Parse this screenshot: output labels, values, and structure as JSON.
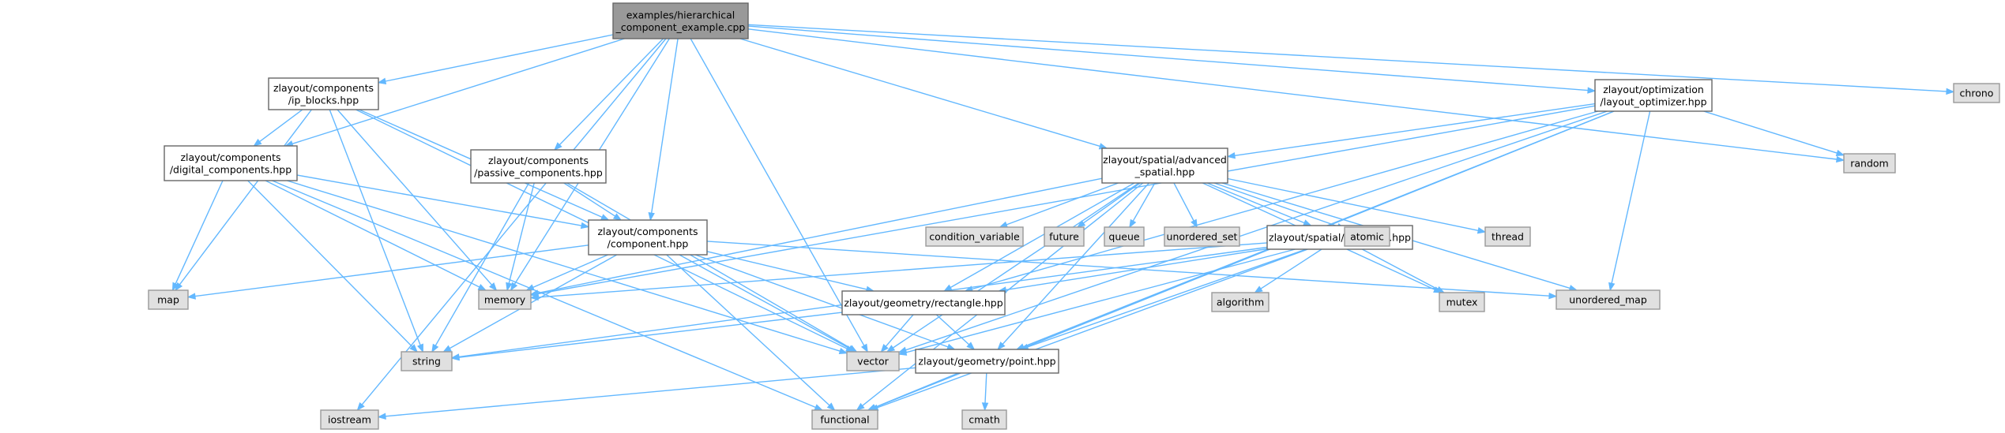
{
  "graph": {
    "nodes": [
      {
        "id": "root",
        "kind": "root",
        "lines": [
          "examples/hierarchical",
          "_component_example.cpp"
        ]
      },
      {
        "id": "ip_blocks",
        "kind": "project",
        "lines": [
          "zlayout/components",
          "/ip_blocks.hpp"
        ]
      },
      {
        "id": "digital_components",
        "kind": "project",
        "lines": [
          "zlayout/components",
          "/digital_components.hpp"
        ]
      },
      {
        "id": "passive_components",
        "kind": "project",
        "lines": [
          "zlayout/components",
          "/passive_components.hpp"
        ]
      },
      {
        "id": "component",
        "kind": "project",
        "lines": [
          "zlayout/components",
          "/component.hpp"
        ]
      },
      {
        "id": "advanced_spatial",
        "kind": "project",
        "lines": [
          "zlayout/spatial/advanced",
          "_spatial.hpp"
        ]
      },
      {
        "id": "layout_optimizer",
        "kind": "project",
        "lines": [
          "zlayout/optimization",
          "/layout_optimizer.hpp"
        ]
      },
      {
        "id": "quadtree",
        "kind": "project",
        "lines": [
          "zlayout/spatial/quadtree.hpp"
        ]
      },
      {
        "id": "rectangle",
        "kind": "project",
        "lines": [
          "zlayout/geometry/rectangle.hpp"
        ]
      },
      {
        "id": "point",
        "kind": "project",
        "lines": [
          "zlayout/geometry/point.hpp"
        ]
      },
      {
        "id": "chrono",
        "kind": "system",
        "lines": [
          "chrono"
        ]
      },
      {
        "id": "random",
        "kind": "system",
        "lines": [
          "random"
        ]
      },
      {
        "id": "condition_variable",
        "kind": "system",
        "lines": [
          "condition_variable"
        ]
      },
      {
        "id": "future",
        "kind": "system",
        "lines": [
          "future"
        ]
      },
      {
        "id": "queue",
        "kind": "system",
        "lines": [
          "queue"
        ]
      },
      {
        "id": "unordered_set",
        "kind": "system",
        "lines": [
          "unordered_set"
        ]
      },
      {
        "id": "atomic",
        "kind": "system",
        "lines": [
          "atomic"
        ]
      },
      {
        "id": "thread",
        "kind": "system",
        "lines": [
          "thread"
        ]
      },
      {
        "id": "algorithm",
        "kind": "system",
        "lines": [
          "algorithm"
        ]
      },
      {
        "id": "mutex",
        "kind": "system",
        "lines": [
          "mutex"
        ]
      },
      {
        "id": "unordered_map",
        "kind": "system",
        "lines": [
          "unordered_map"
        ]
      },
      {
        "id": "map",
        "kind": "system",
        "lines": [
          "map"
        ]
      },
      {
        "id": "memory",
        "kind": "system",
        "lines": [
          "memory"
        ]
      },
      {
        "id": "string",
        "kind": "system",
        "lines": [
          "string"
        ]
      },
      {
        "id": "vector",
        "kind": "system",
        "lines": [
          "vector"
        ]
      },
      {
        "id": "iostream",
        "kind": "system",
        "lines": [
          "iostream"
        ]
      },
      {
        "id": "functional",
        "kind": "system",
        "lines": [
          "functional"
        ]
      },
      {
        "id": "cmath",
        "kind": "system",
        "lines": [
          "cmath"
        ]
      }
    ],
    "edges": [
      [
        "root",
        "ip_blocks"
      ],
      [
        "root",
        "digital_components"
      ],
      [
        "root",
        "passive_components"
      ],
      [
        "root",
        "component"
      ],
      [
        "root",
        "advanced_spatial"
      ],
      [
        "root",
        "layout_optimizer"
      ],
      [
        "root",
        "memory"
      ],
      [
        "root",
        "iostream"
      ],
      [
        "root",
        "chrono"
      ],
      [
        "root",
        "random"
      ],
      [
        "root",
        "vector"
      ],
      [
        "ip_blocks",
        "digital_components"
      ],
      [
        "ip_blocks",
        "component"
      ],
      [
        "ip_blocks",
        "map"
      ],
      [
        "ip_blocks",
        "memory"
      ],
      [
        "ip_blocks",
        "string"
      ],
      [
        "ip_blocks",
        "vector"
      ],
      [
        "digital_components",
        "component"
      ],
      [
        "digital_components",
        "map"
      ],
      [
        "digital_components",
        "memory"
      ],
      [
        "digital_components",
        "string"
      ],
      [
        "digital_components",
        "vector"
      ],
      [
        "digital_components",
        "functional"
      ],
      [
        "passive_components",
        "component"
      ],
      [
        "passive_components",
        "memory"
      ],
      [
        "passive_components",
        "string"
      ],
      [
        "passive_components",
        "vector"
      ],
      [
        "component",
        "rectangle"
      ],
      [
        "component",
        "point"
      ],
      [
        "component",
        "map"
      ],
      [
        "component",
        "memory"
      ],
      [
        "component",
        "string"
      ],
      [
        "component",
        "vector"
      ],
      [
        "component",
        "functional"
      ],
      [
        "component",
        "unordered_map"
      ],
      [
        "layout_optimizer",
        "advanced_spatial"
      ],
      [
        "layout_optimizer",
        "rectangle"
      ],
      [
        "layout_optimizer",
        "memory"
      ],
      [
        "layout_optimizer",
        "random"
      ],
      [
        "layout_optimizer",
        "unordered_map"
      ],
      [
        "layout_optimizer",
        "vector"
      ],
      [
        "layout_optimizer",
        "point"
      ],
      [
        "layout_optimizer",
        "functional"
      ],
      [
        "advanced_spatial",
        "quadtree"
      ],
      [
        "advanced_spatial",
        "rectangle"
      ],
      [
        "advanced_spatial",
        "condition_variable"
      ],
      [
        "advanced_spatial",
        "future"
      ],
      [
        "advanced_spatial",
        "queue"
      ],
      [
        "advanced_spatial",
        "unordered_set"
      ],
      [
        "advanced_spatial",
        "atomic"
      ],
      [
        "advanced_spatial",
        "thread"
      ],
      [
        "advanced_spatial",
        "mutex"
      ],
      [
        "advanced_spatial",
        "unordered_map"
      ],
      [
        "advanced_spatial",
        "memory"
      ],
      [
        "advanced_spatial",
        "vector"
      ],
      [
        "advanced_spatial",
        "functional"
      ],
      [
        "advanced_spatial",
        "point"
      ],
      [
        "quadtree",
        "rectangle"
      ],
      [
        "quadtree",
        "algorithm"
      ],
      [
        "quadtree",
        "mutex"
      ],
      [
        "quadtree",
        "memory"
      ],
      [
        "quadtree",
        "vector"
      ],
      [
        "quadtree",
        "string"
      ],
      [
        "quadtree",
        "point"
      ],
      [
        "quadtree",
        "functional"
      ],
      [
        "rectangle",
        "point"
      ],
      [
        "rectangle",
        "vector"
      ],
      [
        "rectangle",
        "string"
      ],
      [
        "point",
        "iostream"
      ],
      [
        "point",
        "functional"
      ],
      [
        "point",
        "cmath"
      ]
    ]
  },
  "colors": {
    "edge": "#63b8ff",
    "root_fill": "#999999",
    "project_fill": "#ffffff",
    "system_fill": "#e0e0e0",
    "border": "#666666"
  }
}
